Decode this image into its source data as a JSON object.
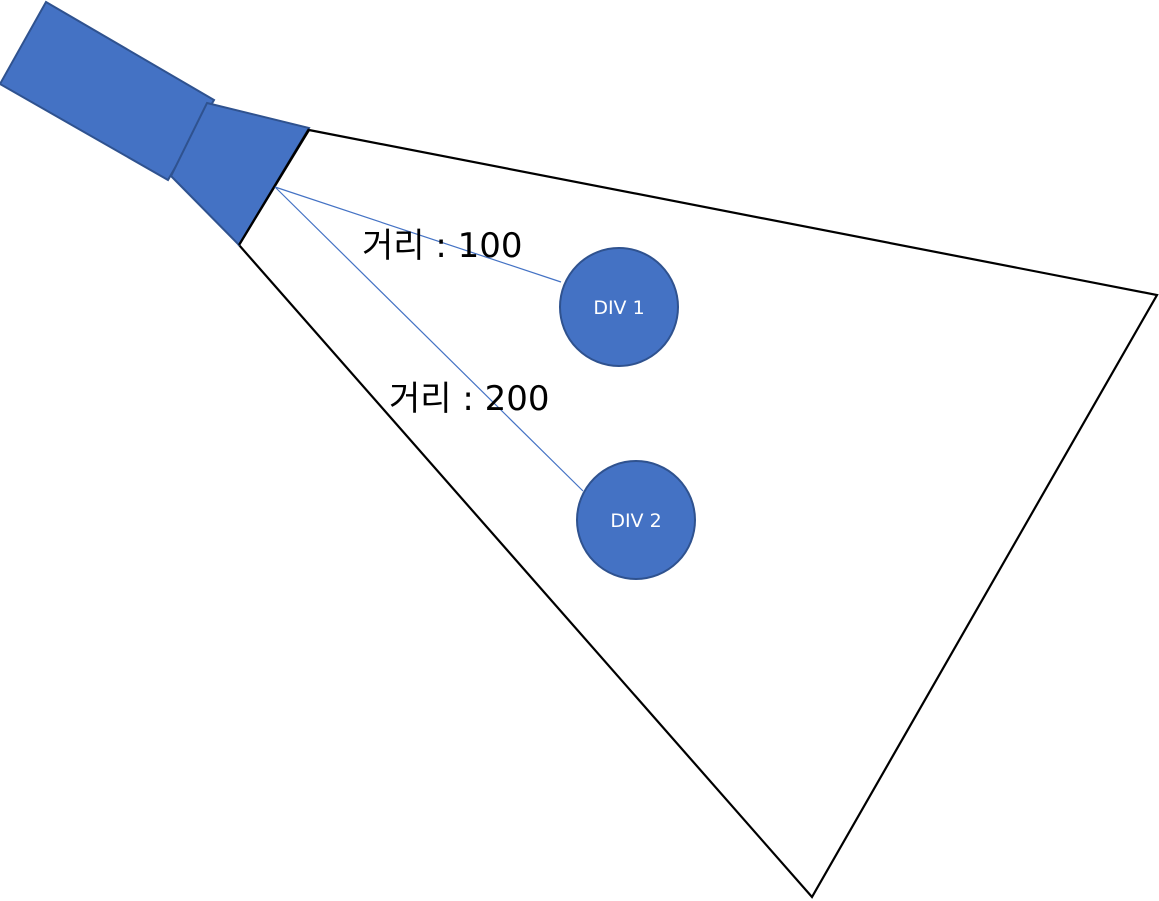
{
  "colors": {
    "camera_fill": "#4472C4",
    "camera_stroke": "#2F528F",
    "node_fill": "#4472C4",
    "node_stroke": "#2F528F",
    "distance_line": "#4472C4",
    "field_stroke": "#000000",
    "node_text": "#FFFFFF",
    "label_text": "#000000"
  },
  "icons": {
    "camera": "camera-icon"
  },
  "distances": [
    {
      "text": "거리 : 100"
    },
    {
      "text": "거리 : 200"
    }
  ],
  "nodes": [
    {
      "label": "DIV 1"
    },
    {
      "label": "DIV 2"
    }
  ]
}
